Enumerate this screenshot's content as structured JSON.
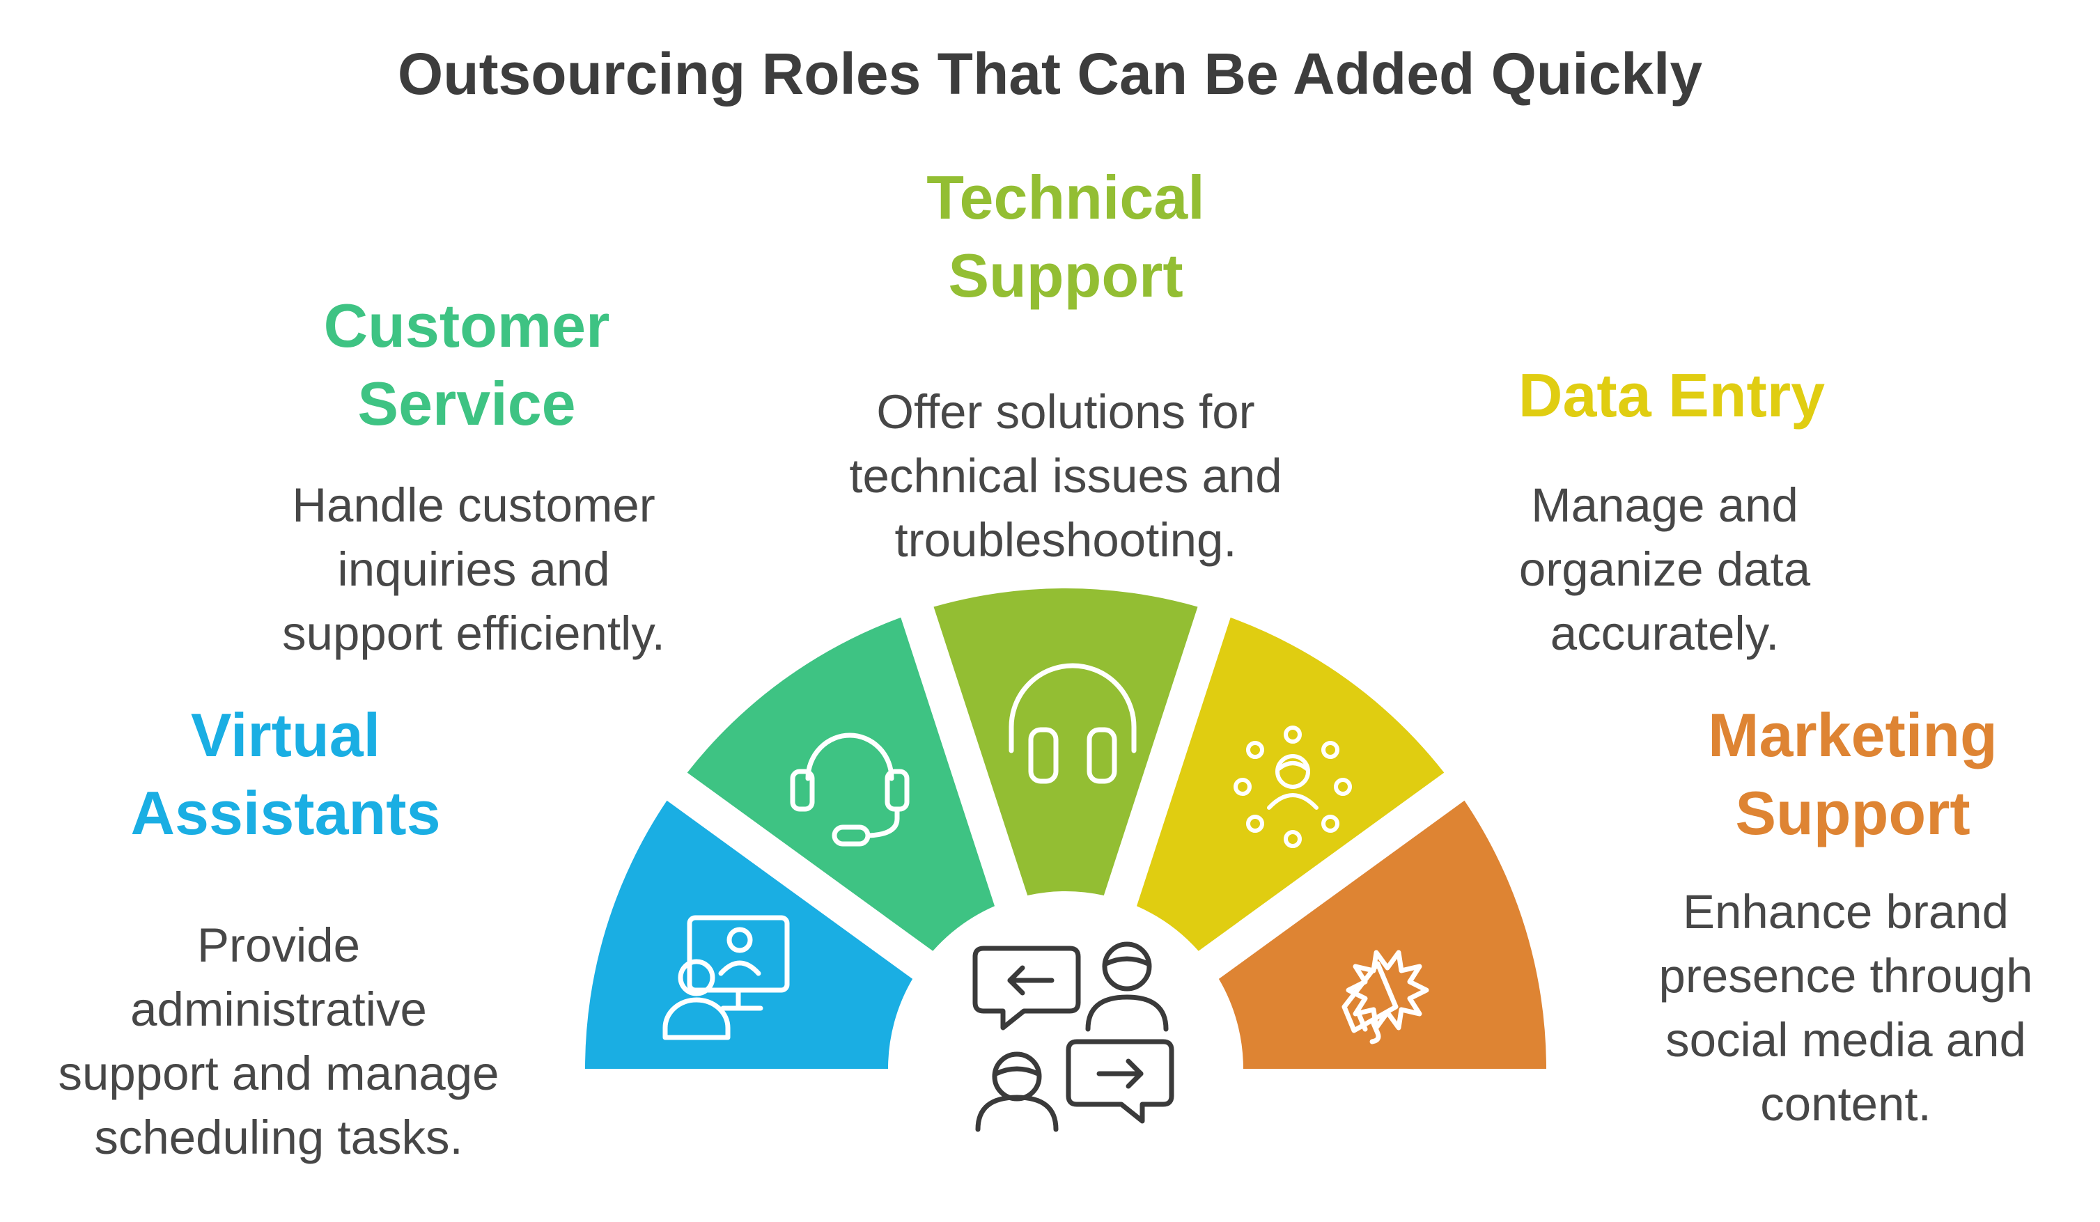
{
  "title": "Outsourcing Roles That Can Be Added Quickly",
  "colors": {
    "virtual_assistants": "#1aaee3",
    "customer_service": "#3ec383",
    "technical_support": "#93be33",
    "data_entry": "#e0cd11",
    "marketing_support": "#de8433",
    "text_dark": "#3d3d3d",
    "icon_stroke": "#ffffff",
    "center_icon_stroke": "#3a3a3a"
  },
  "roles": [
    {
      "heading": "Virtual\nAssistants",
      "description": "Provide\nadministrative\nsupport and manage\nscheduling tasks.",
      "icon": "remote-assistant-computer-icon"
    },
    {
      "heading": "Customer\nService",
      "description": "Handle customer\ninquiries and\nsupport efficiently.",
      "icon": "headset-icon"
    },
    {
      "heading": "Technical\nSupport",
      "description": "Offer solutions for\ntechnical issues and\ntroubleshooting.",
      "icon": "headphones-icon"
    },
    {
      "heading": "Data Entry",
      "description": "Manage and\norganize data\naccurately.",
      "icon": "person-data-network-icon"
    },
    {
      "heading": "Marketing\nSupport",
      "description": "Enhance brand\npresence through\nsocial media and\ncontent.",
      "icon": "megaphone-icon"
    }
  ],
  "center_icon": "outsourcing-exchange-icon"
}
